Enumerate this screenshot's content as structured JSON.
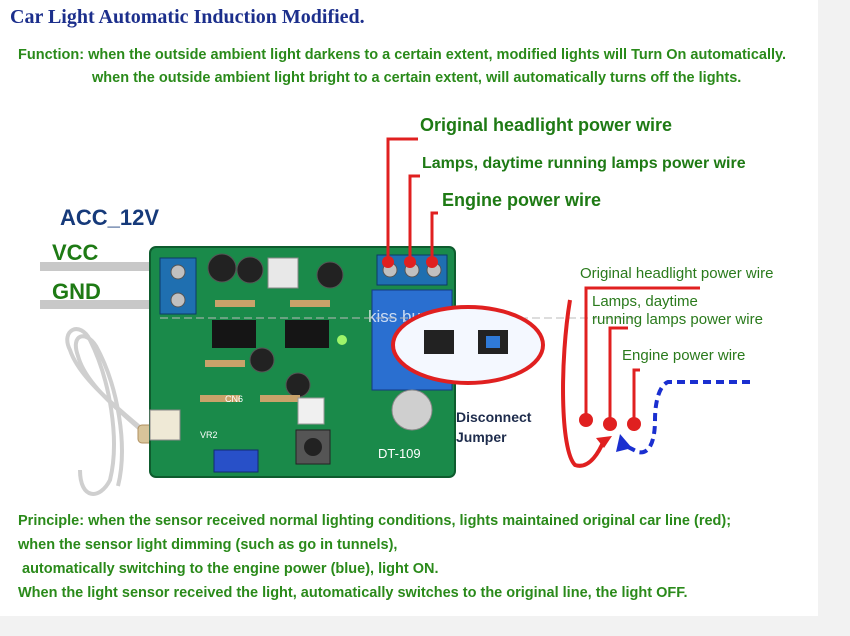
{
  "title": "Car Light Automatic Induction Modified.",
  "function_lines": [
    "Function: when the outside ambient light darkens to a certain extent, modified lights will Turn On automatically.",
    "when the outside ambient light bright to a certain extent, will automatically turns off the lights."
  ],
  "left_labels": {
    "acc": "ACC_12V",
    "vcc": "VCC",
    "gnd": "GND"
  },
  "top_wire_labels": [
    "Original headlight power wire",
    "Lamps, daytime running lamps power wire",
    "Engine power wire"
  ],
  "right_wire_labels": {
    "original": "Original headlight power wire",
    "lamps_line1": "Lamps, daytime",
    "lamps_line2": "running lamps power wire",
    "engine": "Engine power wire"
  },
  "jumper_label": [
    "Disconnect",
    "Jumper"
  ],
  "board_text": {
    "model": "DT-109",
    "watermark": "kiss buy",
    "vr2": "VR2",
    "cn6": "CN6"
  },
  "principle_lines": [
    "Principle: when the sensor received normal lighting conditions, lights maintained original car line (red);",
    "when the sensor light dimming (such as go in tunnels),",
    "automatically switching to the engine power (blue), light ON.",
    "When the light sensor received the light, automatically switches to the original line, the light OFF."
  ],
  "colors": {
    "title": "#1c2f8c",
    "text_green": "#2a8a1a",
    "wire_red": "#e02020",
    "wire_blue": "#1a2fd0",
    "board": "#1a8a4a"
  }
}
